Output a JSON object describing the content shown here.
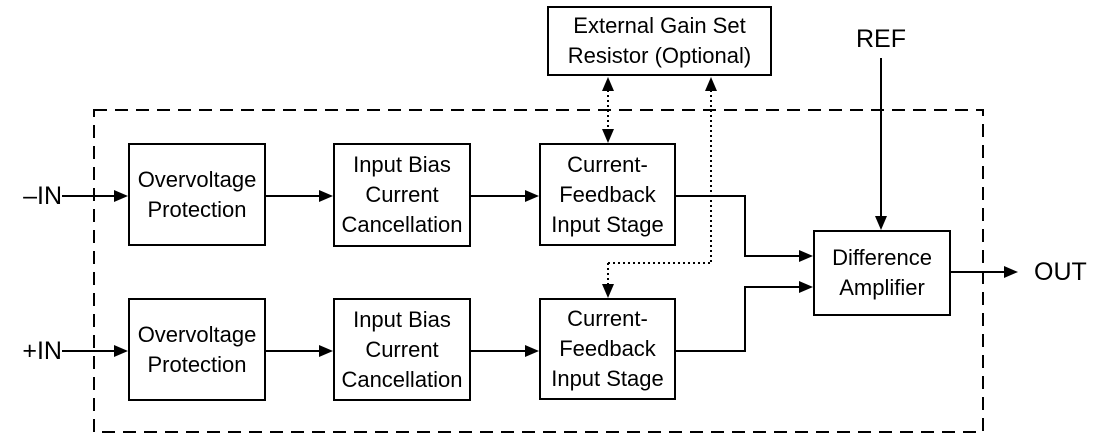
{
  "blocks": {
    "external_gain_resistor": {
      "label": "External Gain Set Resistor (Optional)"
    },
    "overvoltage_protection_top": {
      "label": "Overvoltage Protection"
    },
    "input_bias_cancellation_top": {
      "label": "Input Bias Current Cancellation"
    },
    "current_feedback_top": {
      "label": "Current-Feedback Input Stage"
    },
    "overvoltage_protection_bottom": {
      "label": "Overvoltage Protection"
    },
    "input_bias_cancellation_bottom": {
      "label": "Input Bias Current Cancellation"
    },
    "current_feedback_bottom": {
      "label": "Current-Feedback Input Stage"
    },
    "difference_amplifier": {
      "label": "Difference Amplifier"
    }
  },
  "pins": {
    "negative_input": "–IN",
    "positive_input": "+IN",
    "reference": "REF",
    "output": "OUT"
  },
  "colors": {
    "stroke": "#000000",
    "background": "#ffffff"
  }
}
